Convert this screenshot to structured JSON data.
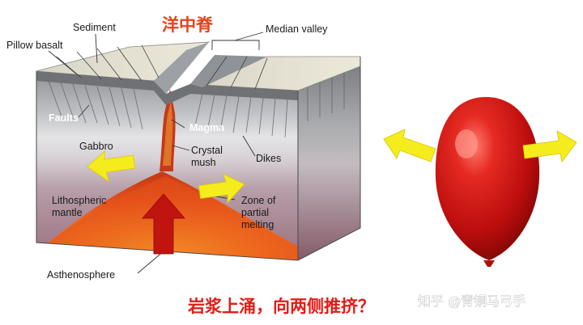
{
  "diagram": {
    "title": "洋中脊",
    "caption": "岩浆上涌，向两侧推挤？",
    "watermark": "知乎 @青铜马弓手",
    "labels": {
      "sediment": "Sediment",
      "pillow_basalt": "Pillow basalt",
      "median_valley": "Median valley",
      "faults": "Faults",
      "magma": "Magma",
      "gabbro": "Gabbro",
      "crystal_mush": "Crystal\nmush",
      "dikes": "Dikes",
      "lithospheric_mantle": "Lithospheric\nmantle",
      "zone_partial_melting": "Zone of\npartial\nmelting",
      "asthenosphere": "Asthenosphere"
    }
  },
  "colors": {
    "title_red": "#e8421c",
    "caption_red": "#e51b16",
    "arrow_yellow": "#f5ec1e",
    "arrow_dark_red": "#c0140f",
    "magma_orange": "#ef6a1f",
    "balloon_red": "#d31414"
  }
}
